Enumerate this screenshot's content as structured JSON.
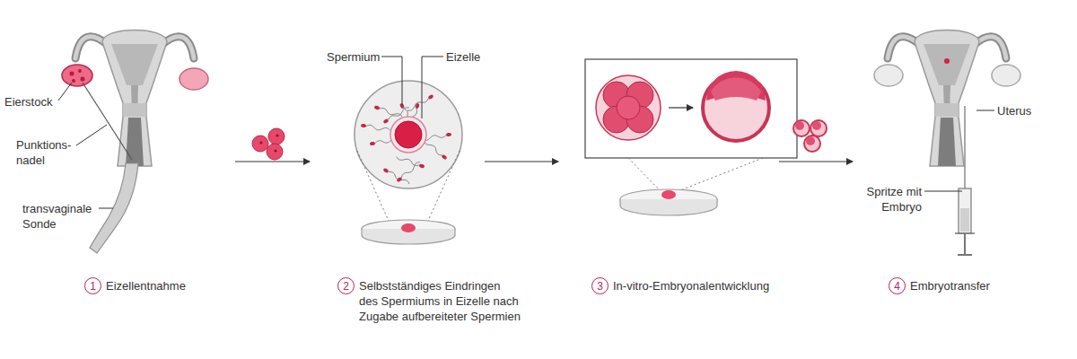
{
  "diagram": {
    "nodes": [
      {
        "text": [
          "1"
        ]
      },
      {
        "text": [
          "2"
        ]
      },
      {
        "text": [
          "3"
        ]
      },
      {
        "text": [
          "4"
        ]
      }
    ],
    "labels": [
      "Eierstock",
      "Punktions- nadel",
      "transvaginale Sonde",
      "Spermium",
      "Eizelle",
      "Uterus",
      "Spritze mit Embryo",
      "Eizellentnahme",
      "Selbstständiges Eindringen des Spermiums in Eizelle nach Zugabe aufbereiteter Spermien",
      "In-vitro-Embryonalentwicklung",
      "Embryotransfer"
    ]
  }
}
